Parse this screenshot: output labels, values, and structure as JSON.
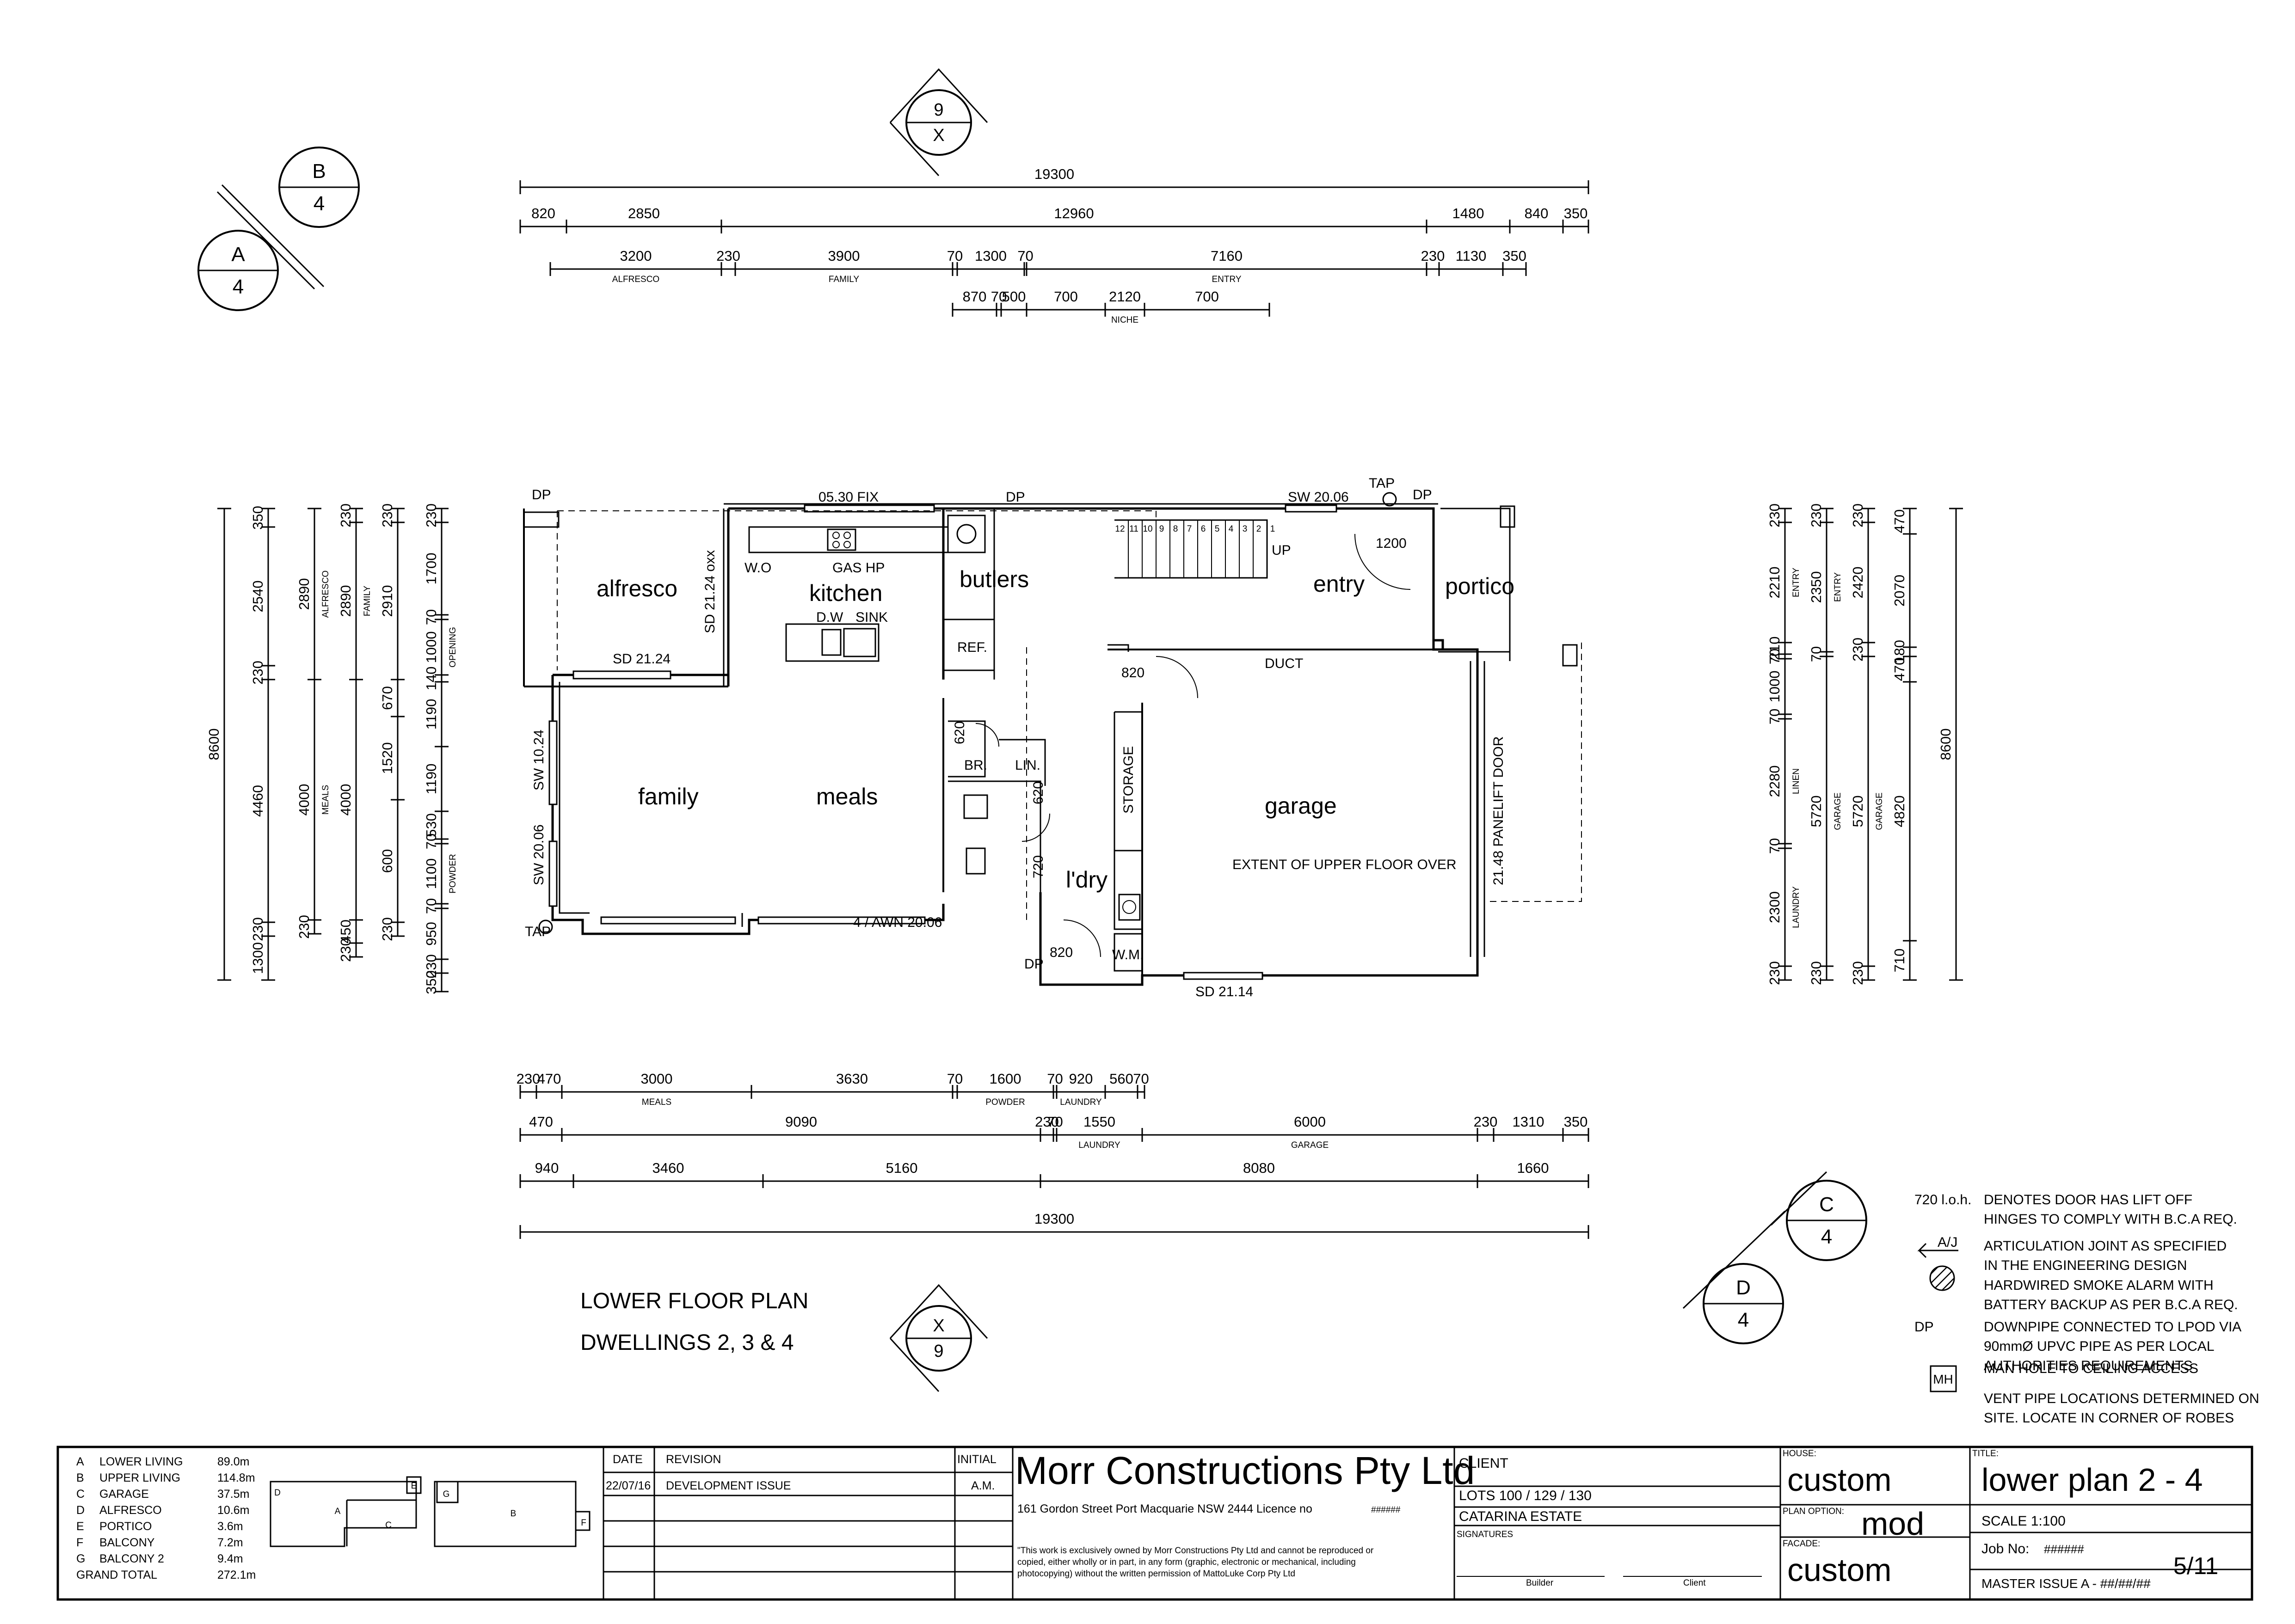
{
  "drawing": {
    "plan_title": "LOWER  FLOOR  PLAN",
    "plan_subtitle": "DWELLINGS  2, 3 & 4"
  },
  "section_markers": {
    "a": {
      "letter": "A",
      "sheet": "4"
    },
    "b": {
      "letter": "B",
      "sheet": "4"
    },
    "c": {
      "letter": "C",
      "sheet": "4"
    },
    "d": {
      "letter": "D",
      "sheet": "4"
    },
    "top": {
      "top": "9",
      "bottom": "X"
    },
    "bottom": {
      "top": "X",
      "bottom": "9"
    }
  },
  "rooms": {
    "alfresco": "alfresco",
    "kitchen": "kitchen",
    "butlers": "butlers",
    "entry": "entry",
    "portico": "portico",
    "family": "family",
    "meals": "meals",
    "garage": "garage",
    "ldry": "l'dry"
  },
  "annotations": {
    "wo": "W.O",
    "gas_hp": "GAS HP",
    "dw": "D.W",
    "sink": "SINK",
    "ref": "REF.",
    "br": "BR.",
    "lin": "LIN.",
    "storage": "STORAGE",
    "wm": "W.M.",
    "up": "UP",
    "duct": "DUCT",
    "tap": "TAP",
    "dp": "DP",
    "fix": "05.30 FIX",
    "sw_top": "SW 20.06",
    "sd_alf": "SD 21.24",
    "sd_side": "SD 21.24 oxx",
    "sw_fam": "SW 10.24",
    "sw_fam2": "SW 20.06",
    "awn": "4 / AWN 20.06",
    "sd_bot": "SD 21.14",
    "panelift": "21.48 PANELIFT DOOR",
    "upper_floor": "EXTENT OF UPPER FLOOR OVER",
    "door_820a": "820",
    "door_820b": "820",
    "door_620a": "620",
    "door_620b": "620",
    "door_720": "720",
    "door_1200": "1200",
    "mh_label": "MH",
    "stairs": [
      "12",
      "11",
      "10",
      "9",
      "8",
      "7",
      "6",
      "5",
      "4",
      "3",
      "2",
      "1"
    ]
  },
  "dims": {
    "top_r1": [
      {
        "v": "19300"
      }
    ],
    "top_r2": [
      {
        "v": "820"
      },
      {
        "v": "2850"
      },
      {
        "v": "12960"
      },
      {
        "v": "1480"
      },
      {
        "v": "840"
      },
      {
        "v": "350"
      }
    ],
    "top_r3": [
      {
        "v": "3200",
        "s": "ALFRESCO"
      },
      {
        "v": "230"
      },
      {
        "v": "3900",
        "s": "FAMILY"
      },
      {
        "v": "70"
      },
      {
        "v": "1300"
      },
      {
        "v": "70"
      },
      {
        "v": "7160",
        "s": "ENTRY"
      },
      {
        "v": "230"
      },
      {
        "v": "1130"
      },
      {
        "v": "350"
      }
    ],
    "top_r4": [
      {
        "v": "870"
      },
      {
        "v": "70"
      },
      {
        "v": "500"
      },
      {
        "v": "700"
      },
      {
        "v": "2120",
        "s": "NICHE"
      },
      {
        "v": "700"
      }
    ],
    "bot_r1": [
      {
        "v": "230"
      },
      {
        "v": "470"
      },
      {
        "v": "3000",
        "s": "MEALS"
      },
      {
        "v": "3630"
      },
      {
        "v": "70"
      },
      {
        "v": "1600",
        "s": "POWDER"
      },
      {
        "v": "70"
      },
      {
        "v": "920",
        "s": "LAUNDRY"
      },
      {
        "v": "560"
      },
      {
        "v": "70"
      }
    ],
    "bot_r2": [
      {
        "v": "470"
      },
      {
        "v": "9090"
      },
      {
        "v": "230"
      },
      {
        "v": "70"
      },
      {
        "v": "1550",
        "s": "LAUNDRY"
      },
      {
        "v": "6000",
        "s": "GARAGE"
      },
      {
        "v": "230"
      },
      {
        "v": "1310"
      },
      {
        "v": "350"
      }
    ],
    "bot_r3": [
      {
        "v": "940"
      },
      {
        "v": "3460"
      },
      {
        "v": "5160"
      },
      {
        "v": "8080"
      },
      {
        "v": "1660"
      }
    ],
    "bot_r4": [
      {
        "v": "19300"
      }
    ],
    "left_c1": [
      {
        "v": "8600"
      }
    ],
    "left_c2": [
      {
        "v": "350"
      },
      {
        "v": "2540"
      },
      {
        "v": "230"
      },
      {
        "v": "4460"
      },
      {
        "v": "230"
      },
      {
        "v": "1300"
      }
    ],
    "left_c3": [
      {
        "v": "2890",
        "s": "ALFRESCO"
      },
      {
        "v": "4000",
        "s": "MEALS"
      },
      {
        "v": "230"
      }
    ],
    "left_c4": [
      {
        "v": "230"
      },
      {
        "v": "2890",
        "s": "FAMILY"
      },
      {
        "v": "4000"
      },
      {
        "v": "450"
      },
      {
        "v": "230"
      }
    ],
    "left_c5": [
      {
        "v": "230"
      },
      {
        "v": "2910"
      },
      {
        "v": "670"
      },
      {
        "v": "1520"
      },
      {
        "v": "600"
      },
      {
        "v": "230"
      }
    ],
    "left_c6": [
      {
        "v": "230"
      },
      {
        "v": "1700"
      },
      {
        "v": "70"
      },
      {
        "v": "1000",
        "s": "OPENING"
      },
      {
        "v": "140"
      },
      {
        "v": "1190"
      },
      {
        "v": "1190"
      },
      {
        "v": "530"
      },
      {
        "v": "70"
      },
      {
        "v": "1100",
        "s": "POWDER"
      },
      {
        "v": "70"
      },
      {
        "v": "950"
      },
      {
        "v": "230"
      },
      {
        "v": "350"
      }
    ],
    "right_c1": [
      {
        "v": "230"
      },
      {
        "v": "2210",
        "s": "ENTRY"
      },
      {
        "v": "210"
      },
      {
        "v": "70"
      },
      {
        "v": "1000"
      },
      {
        "v": "70"
      },
      {
        "v": "2280",
        "s": "LINEN"
      },
      {
        "v": "70"
      },
      {
        "v": "2300",
        "s": "LAUNDRY"
      },
      {
        "v": "230"
      }
    ],
    "right_c2": [
      {
        "v": "230"
      },
      {
        "v": "2350",
        "s": "ENTRY"
      },
      {
        "v": "70"
      },
      {
        "v": "5720",
        "s": "GARAGE"
      },
      {
        "v": "230"
      }
    ],
    "right_c3": [
      {
        "v": "230"
      },
      {
        "v": "2420"
      },
      {
        "v": "230"
      },
      {
        "v": "5720",
        "s": "GARAGE"
      },
      {
        "v": "230"
      }
    ],
    "right_c4": [
      {
        "v": "470"
      },
      {
        "v": "2070"
      },
      {
        "v": "180"
      },
      {
        "v": "470"
      },
      {
        "v": "4820"
      },
      {
        "v": "710"
      }
    ],
    "right_c5": [
      {
        "v": "8600"
      }
    ]
  },
  "legend": [
    {
      "sym": "720 l.o.h.",
      "text": [
        "DENOTES DOOR HAS LIFT OFF",
        "HINGES TO COMPLY WITH B.C.A REQ."
      ]
    },
    {
      "sym": "A/J",
      "text": [
        "ARTICULATION JOINT AS SPECIFIED",
        "IN THE ENGINEERING DESIGN"
      ]
    },
    {
      "sym": "",
      "text": [
        "HARDWIRED SMOKE ALARM WITH",
        "BATTERY BACKUP AS PER B.C.A REQ."
      ]
    },
    {
      "sym": "DP",
      "text": [
        "DOWNPIPE CONNECTED TO LPOD VIA",
        "90mmØ UPVC PIPE AS PER LOCAL",
        "AUTHORITIES REQUIREMENTS"
      ]
    },
    {
      "sym": "MH",
      "text": [
        "MAN HOLE TO CEILING ACCESS"
      ]
    },
    {
      "sym": "",
      "text": [
        "VENT PIPE LOCATIONS DETERMINED ON",
        "SITE. LOCATE IN CORNER OF ROBES"
      ]
    }
  ],
  "areas": {
    "rows": [
      {
        "k": "A",
        "n": "LOWER LIVING",
        "v": "89.0m"
      },
      {
        "k": "B",
        "n": "UPPER LIVING",
        "v": "114.8m"
      },
      {
        "k": "C",
        "n": "GARAGE",
        "v": "37.5m"
      },
      {
        "k": "D",
        "n": "ALFRESCO",
        "v": "10.6m"
      },
      {
        "k": "E",
        "n": "PORTICO",
        "v": "3.6m"
      },
      {
        "k": "F",
        "n": "BALCONY",
        "v": "7.2m"
      },
      {
        "k": "G",
        "n": "BALCONY 2",
        "v": "9.4m"
      }
    ],
    "total_label": "GRAND TOTAL",
    "total_value": "272.1m",
    "diagram_letters": [
      "A",
      "B",
      "C",
      "D",
      "E",
      "F",
      "G"
    ]
  },
  "title_block": {
    "date_h": "DATE",
    "revision_h": "REVISION",
    "initial_h": "INITIAL",
    "date": "22/07/16",
    "revision": "DEVELOPMENT  ISSUE",
    "initial": "A.M.",
    "company": "Morr Constructions Pty Ltd",
    "address": "161  Gordon  Street  Port  Macquarie  NSW  2444   Licence  no",
    "licence": "######",
    "copyright": [
      "\"This work  is   exclusively owned by Morr Constructions Pty Ltd and cannot be reproduced or",
      "copied, either wholly or in part, in any form (graphic, electronic or mechanical, including",
      "photocopying) without the written permission of MattoLuke Corp Pty Ltd"
    ],
    "client_h": "CLIENT",
    "lots": "LOTS  100 / 129 / 130",
    "estate": "CATARINA  ESTATE",
    "signatures_h": "SIGNATURES",
    "builder": "Builder",
    "client": "Client",
    "house_h": "HOUSE:",
    "house": "custom",
    "plan_option_h": "PLAN OPTION:",
    "plan_option": "mod",
    "facade_h": "FACADE:",
    "facade": "custom",
    "title_h": "TITLE:",
    "title": "lower plan 2 - 4",
    "scale": "SCALE 1:100",
    "job_h": "Job No:",
    "job": "######",
    "master": "MASTER ISSUE A - ##/##/##",
    "sheet": "5/11"
  }
}
